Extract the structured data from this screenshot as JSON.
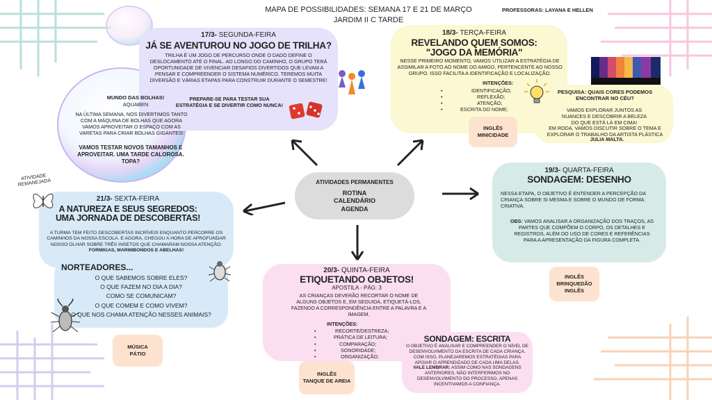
{
  "header": {
    "title_line1": "MAPA DE POSSIBILIDADES: SEMANA 17 E 21 DE MARÇO",
    "title_line2": "JARDIM II C TARDE",
    "teachers": "PROFESSORAS: LAYANA E HELLEN"
  },
  "colors": {
    "lavender": "#e6e2fb",
    "yellow": "#fbf8d2",
    "mint": "#d6ebe8",
    "pink": "#fbdff0",
    "blue": "#d8eaf8",
    "gray": "#dcdcdc",
    "tag": "#fde3cf"
  },
  "center": {
    "title": "ATIVIDADES PERMANENTES",
    "items": [
      "ROTINA",
      "CALENDÁRIO",
      "AGENDA"
    ]
  },
  "monday": {
    "day_num": "17/3-",
    "day_name": "SEGUNDA-FEIRA",
    "heading": "JÁ SE AVENTUROU NO JOGO DE TRILHA?",
    "text": "TRILHA É UM JOGO DE PERCURSO ONDE O DADO DEFINE O DESLOCAMENTO ATÉ O FINAL. AO LONGO DO CAMINHO, O GRUPO TERÁ OPORTUNIDADE DE VIVENCIAR DESAFIOS DIVERTIDOS QUE LEVAM A PENSAR E COMPREENDER O SISTEMA NUMÉRICO. TEREMOS MUITA DIVERSÃO E VÁRIAS ETAPAS PARA CONSTRUIR DURANTE O SEMESTRE!",
    "cta": "PREPARE-SE PARA TESTAR SUA ESTRATÉGIA E SE DIVERTIR COMO NUNCA!"
  },
  "bubbles": {
    "title": "MUNDO DAS BOLHAS!",
    "subtitle": "AQUABEN",
    "text": "NA ÚLTIMA SEMANA, NOS DIVERTIMOS TANTO COM A MÁQUINA DE BOLHAS QUE AGORA VAMOS APROVEITAR O ESPAÇO COM AS VARETAS PARA CRIAR BOLHAS GIGANTES!",
    "cta": "VAMOS TESTAR NOVOS TAMANHOS E APROVEITAR. UMA TARDE CALOROSA. TOPA?"
  },
  "tuesday": {
    "day_num": "18/3-",
    "day_name": "TERÇA-FEIRA",
    "heading_line1": "REVELANDO QUEM SOMOS:",
    "heading_line2": "\"JOGO DA MEMÓRIA\"",
    "text": "NESSE PRIMEIRO MOMENTO, VAMOS UTILIZAR A ESTRATÉGIA DE ASSIMILAR A FOTO AO NOME DO AMIGO, PERTENCENTE AO NOSSO GRUPO. ISSO FACILITA A IDENTIFICAÇÃO E LOCALIZAÇÃO.",
    "intentions_title": "INTENÇÕES:",
    "intentions": [
      "IDENTIFICAÇÃO;",
      "REFLEXÃO;",
      "ATENÇÃO;",
      "ESCRITA DO NOME;"
    ]
  },
  "sky": {
    "title": "PESQUISA: QUAIS CORES PODEMOS ENCONTRAR NO CÉU?",
    "text1": "VAMOS EXPLORAR JUNTOS AS NUANCES E DESCOBRIR A BELEZA DO QUE ESTÁ LÁ EM CIMA!",
    "text2": "EM RODA, VAMOS DISCUTIR SOBRE O TEMA E EXPLORAR O TRABALHO DA ARTISTA PLÁSTICA",
    "artist": "JULIA MALTA."
  },
  "wednesday": {
    "day_num": "19/3-",
    "day_name": "QUARTA-FEIRA",
    "heading": "SONDAGEM: DESENHO",
    "text": "NESSA ETAPA, O OBJETIVO É ENTENDER A PERCEPÇÃO DA CRIANÇA SOBRE SI MESMA E SOBRE O MUNDO DE FORMA CRIATIVA.",
    "obs_label": "OBS:",
    "obs_text": "VAMOS ANALISAR A ORGANIZAÇÃO DOS TRAÇOS, AS PARTES QUE COMPÕEM O CORPO, OS DETALHES E REGISTROS, ALÉM DO USO DE CORES E REFERÊNCIAS PARA A APRESENTAÇÃO DA FIGURA COMPLETA."
  },
  "thursday": {
    "day_num": "20/3-",
    "day_name": "QUINTA-FEIRA",
    "heading": "ETIQUETANDO OBJETOS!",
    "subtitle": "APOSTILA - PÁG: 3",
    "text": "AS CRIANÇAS DEVERÃO RECORTAR O NOME DE ALGUNS OBJETOS E, EM SEGUIDA, ETIQUETÁ-LOS, FAZENDO A CORRESPONDÊNCIA ENTRE A PALAVRA E A IMAGEM.",
    "intentions_title": "INTENÇÕES:",
    "intentions": [
      "RECORTE/DESTREZA;",
      "PRÁTICA DE LEITURA;",
      "COMPARAÇÃO;",
      "SONORIDADE;",
      "ORGANIZAÇÃO."
    ]
  },
  "writing": {
    "heading": "SONDAGEM: ESCRITA",
    "text": "O OBJETIVO É ANALISAR E COMPREENDER O NÍVEL DE DESENVOLVIMENTO DA ESCRITA DE CADA CRIANÇA. COM ISSO, PLANEJAREMOS ESTRATÉGIAS PARA APOIAR O APRENDIZADO DE CADA UMA DELAS.",
    "remember_label": "VALE LEMBRAR:",
    "remember_text": "ASSIM COMO NAS SONDAGENS ANTERIORES, NÃO INTERFERIMOS NO DESENVOLVIMENTO DO PROCESSO, APENAS INCENTIVAMOS A CONFIANÇA."
  },
  "friday": {
    "sticker": "ATIVIDADE REMANEJADA",
    "day_num": "21/3-",
    "day_name": "SEXTA-FEIRA",
    "heading_line1": "A NATUREZA E SEUS SEGREDOS:",
    "heading_line2": "UMA JORNADA DE DESCOBERTAS!",
    "text": "A TURMA TEM FEITO DESCOBERTAS INCRÍVEIS ENQUANTO PERCORRE OS CAMINHOS DA NOSSA ESCOLA. E AGORA, CHEGOU A HORA DE APROFUNDAR NOSSO OLHAR SOBRE TRÊS INSETOS QUE CHAMARAM NOSSA ATENÇÃO:",
    "insects": "FORMIGAS, MARIMBONDOS E ABELHAS!",
    "guides_title": "NORTEADORES...",
    "questions": [
      "O QUE SABEMOS SOBRE ELES?",
      "O QUE FAZEM NO DIA A DIA?",
      "COMO SE COMUNICAM?",
      "O QUE COMEM E COMO VIVEM?",
      "O QUE NOS CHAMA ATENÇÃO NESSES ANIMAIS?"
    ]
  },
  "tags": {
    "english_tuesday": [
      "INGLÊS",
      "MINICIDADE"
    ],
    "english_wednesday": [
      "INGLÊS",
      "BRINQUEDÃO",
      "INGLÊS"
    ],
    "english_thursday": [
      "INGLÊS",
      "TANQUE DE AREIA"
    ],
    "music_friday": [
      "MÚSICA",
      "PÁTIO"
    ]
  }
}
